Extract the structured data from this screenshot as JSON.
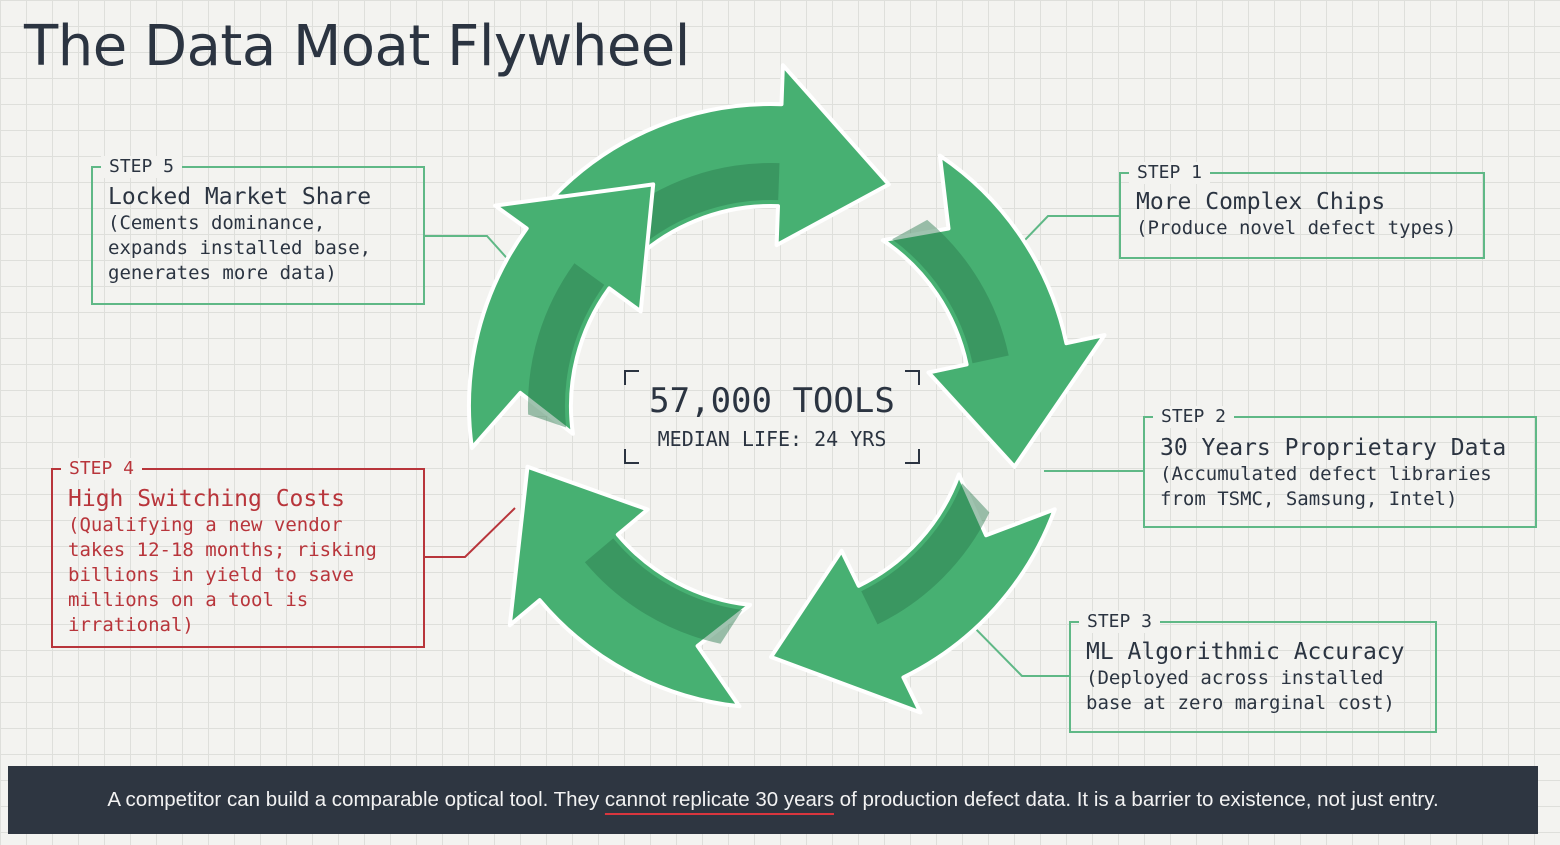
{
  "title": "The Data Moat Flywheel",
  "center": {
    "headline": "57,000 TOOLS",
    "subline": "MEDIAN LIFE: 24 YRS"
  },
  "steps": [
    {
      "tag": "STEP 1",
      "title": "More Complex Chips",
      "description": "(Produce novel defect types)"
    },
    {
      "tag": "STEP 2",
      "title": "30 Years Proprietary Data",
      "description": "(Accumulated defect libraries\nfrom TSMC, Samsung, Intel)"
    },
    {
      "tag": "STEP 3",
      "title": "ML Algorithmic Accuracy",
      "description": "(Deployed across installed\nbase at zero marginal cost)"
    },
    {
      "tag": "STEP 4",
      "title": "High Switching Costs",
      "description": "(Qualifying a new vendor\ntakes 12-18 months; risking\nbillions in yield to save\nmillions on a tool is\nirrational)"
    },
    {
      "tag": "STEP 5",
      "title": "Locked Market Share",
      "description": "(Cements dominance,\nexpands installed base,\ngenerates more data)"
    }
  ],
  "footer": {
    "before": "A competitor can build a comparable optical tool. They ",
    "emphasis": "cannot replicate 30 years",
    "after": " of production defect data. It is a barrier to existence, not just entry."
  },
  "colors": {
    "arrow_green": "#47b072",
    "arrow_dark": "#2a7a4e",
    "card_border_green": "#5fb886",
    "card_border_red": "#b8353b",
    "footer_bg": "#2e3641",
    "footer_underline": "#d9363e"
  }
}
